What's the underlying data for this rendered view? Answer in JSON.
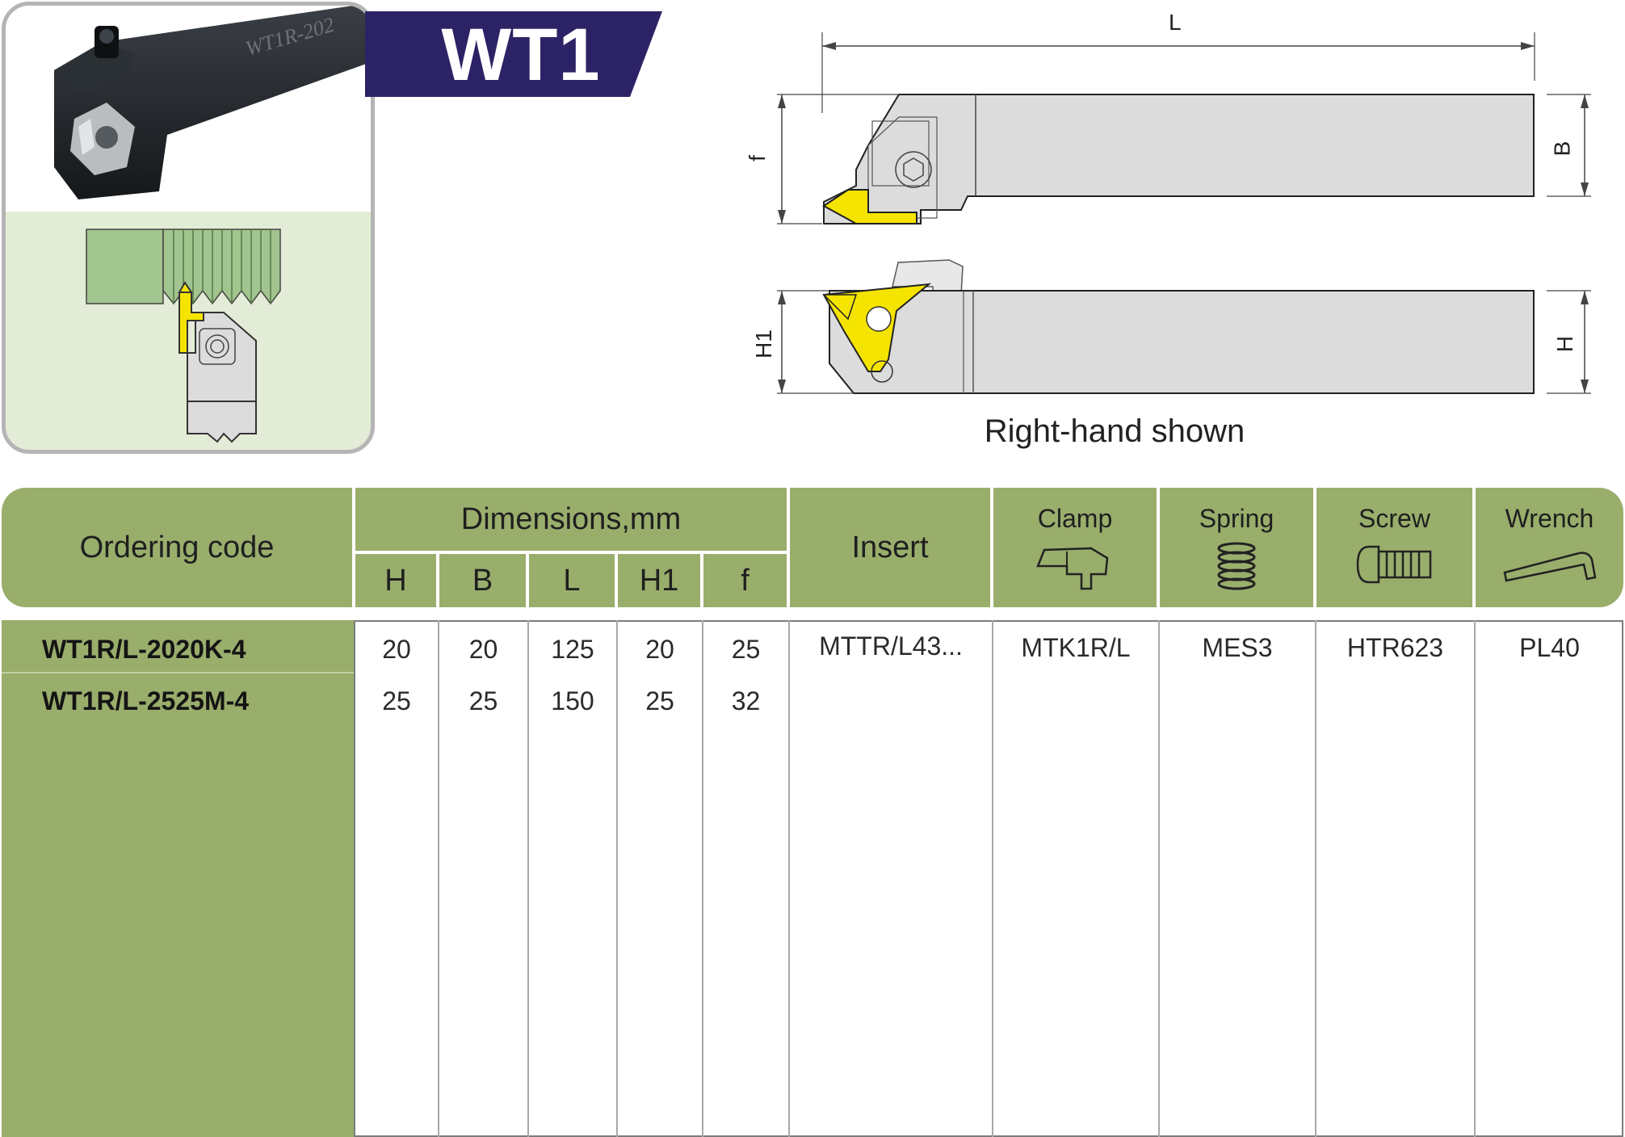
{
  "banner": {
    "title": "WT1",
    "color": "#2c2366"
  },
  "drawing": {
    "dim_labels": {
      "L": "L",
      "B": "B",
      "f": "f",
      "H1": "H1",
      "H": "H"
    },
    "caption": "Right-hand shown",
    "insert_color": "#f5e400",
    "body_color": "#dcdcdc"
  },
  "product_photo": {
    "engraving": "WT1R-202"
  },
  "table": {
    "header_color": "#9aae6c",
    "headers": {
      "ordering_code": "Ordering code",
      "dimensions": "Dimensions,mm",
      "dims": [
        "H",
        "B",
        "L",
        "H1",
        "f"
      ],
      "insert": "Insert",
      "clamp": "Clamp",
      "spring": "Spring",
      "screw": "Screw",
      "wrench": "Wrench"
    },
    "icons": {
      "clamp": "clamp-icon",
      "spring": "spring-icon",
      "screw": "screw-icon",
      "wrench": "hex-wrench-icon"
    },
    "rows": [
      {
        "code": "WT1R/L-2020K-4",
        "H": "20",
        "B": "20",
        "L": "125",
        "H1": "20",
        "f": "25"
      },
      {
        "code": "WT1R/L-2525M-4",
        "H": "25",
        "B": "25",
        "L": "150",
        "H1": "25",
        "f": "32"
      }
    ],
    "accessories": {
      "insert": "MTTR/L43...",
      "clamp": "MTK1R/L",
      "spring": "MES3",
      "screw": "HTR623",
      "wrench": "PL40"
    }
  }
}
